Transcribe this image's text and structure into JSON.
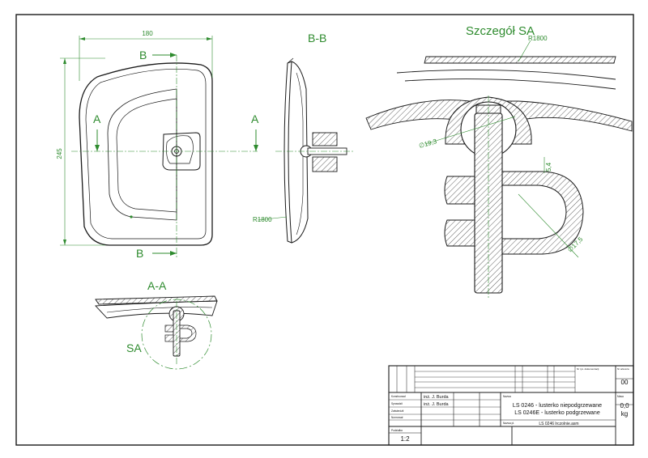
{
  "colors": {
    "ink": "#1a1a1a",
    "dim": "#2e8b2e",
    "paper": "#ffffff"
  },
  "front_view": {
    "dim_width": "180",
    "dim_height": "245",
    "section_bb": "B",
    "section_aa": "A"
  },
  "side_view": {
    "title": "B-B",
    "radius": "R1800"
  },
  "detail": {
    "title": "Szczegół SA",
    "radius": "R1800",
    "dia_ball": "∅19,3",
    "dia_clip": "∅17,5",
    "gap": "5,4"
  },
  "section_view": {
    "title": "A-A",
    "detail_ref": "SA"
  },
  "title_block": {
    "konstruowal_label": "Konstruował",
    "konstruowal_name": "inż. J. Burda",
    "sprawdzil_label": "Sprawdził",
    "sprawdzil_name": "inż. J. Burda",
    "zatwierdzil_label": "Zatwierdził",
    "normowal_label": "Normował",
    "skala_label": "Podziałka",
    "scale": "1:2",
    "nazwa_label": "Nazwa",
    "part_name_1": "LS 0246 - lusterko niepodgrzewane",
    "part_name_2": "LS 0246E - lusterko podgrzewane",
    "file_label": "Nazwa pl.",
    "file_name": "LS 0246 lrczolnie.asm",
    "doc_label": "Nr rys. dokumentacji",
    "sheet_label": "Nr arkusza",
    "sheet_no": "00",
    "mass_label": "Masa",
    "mass": "0,0",
    "mass_unit": "kg"
  }
}
